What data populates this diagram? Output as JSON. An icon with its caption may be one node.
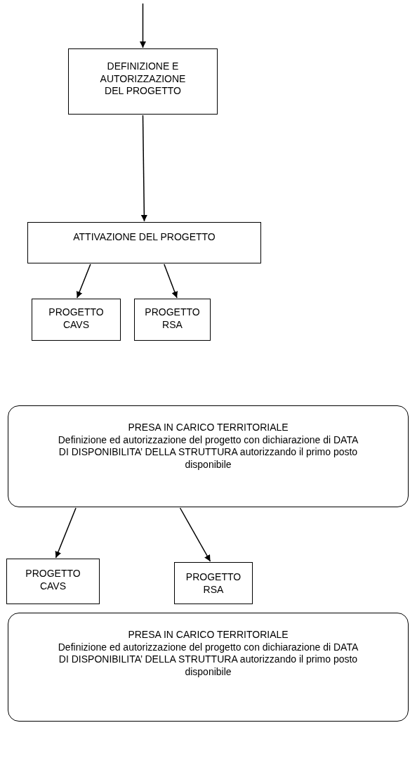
{
  "diagram": {
    "nodes": [
      {
        "text": [
          "DEFINIZIONE E AUTORIZZAZIONE DEL PROGETTO"
        ]
      },
      {
        "text": [
          "ATTIVAZIONE DEL PROGETTO"
        ]
      },
      {
        "text": [
          "PROGETTO CAVS"
        ]
      },
      {
        "text": [
          "PROGETTO RSA"
        ]
      },
      {
        "text": [
          "PRESA IN CARICO TERRITORIALE",
          "Definizione ed autorizzazione del progetto con dichiarazione di DATA DI DISPONIBILITA’ DELLA STRUTTURA autorizzando il primo posto disponibile"
        ]
      },
      {
        "text": [
          "PROGETTO CAVS"
        ]
      },
      {
        "text": [
          "PROGETTO RSA"
        ]
      },
      {
        "text": [
          "PRESA IN CARICO TERRITORIALE",
          "Definizione ed autorizzazione del progetto con dichiarazione di DATA DI DISPONIBILITA’ DELLA STRUTTURA autorizzando il primo posto disponibile"
        ]
      }
    ],
    "edges": [
      {
        "from": null,
        "to": 0,
        "arrow": "to"
      },
      {
        "from": 0,
        "to": 1,
        "arrow": "to"
      },
      {
        "from": 1,
        "to": 2,
        "arrow": "to"
      },
      {
        "from": 1,
        "to": 3,
        "arrow": "to"
      },
      {
        "from": 4,
        "to": 5,
        "arrow": "to"
      },
      {
        "from": 4,
        "to": 6,
        "arrow": "to"
      }
    ]
  }
}
